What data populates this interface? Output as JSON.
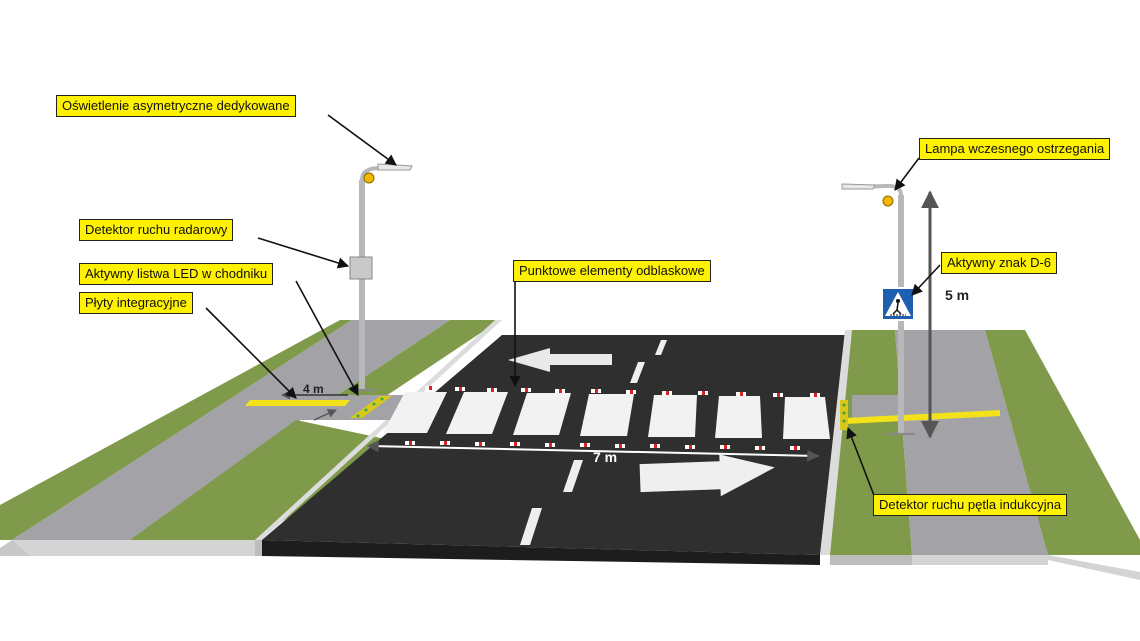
{
  "callouts": {
    "lighting": "Oświetlenie asymetryczne dedykowane",
    "early_warning_lamp": "Lampa wczesnego ostrzegania",
    "radar_detector": "Detektor ruchu radarowy",
    "led_strip": "Aktywny listwa LED w chodniku",
    "reflective_elements": "Punktowe elementy odblaskowe",
    "active_sign": "Aktywny znak D-6",
    "tactile_plates": "Płyty integracyjne",
    "loop_detector": "Detektor ruchu pętla indukcyjna"
  },
  "dimensions": {
    "pole_height": "5 m",
    "crossing_width": "7 m",
    "sidewalk_width": "4 m"
  },
  "colors": {
    "callout_bg": "#fff200",
    "asphalt": "#2e2e2e",
    "grass": "#7f9a4a",
    "sidewalk": "#9c9ca0",
    "curb": "#d9d9d9",
    "tactile_yellow": "#f3e21a",
    "sign_blue": "#1f5fb0"
  },
  "icons": [
    "street-lamp-icon",
    "warning-lamp-icon",
    "radar-box-icon",
    "pedestrian-sign-icon",
    "direction-arrow-icon"
  ]
}
